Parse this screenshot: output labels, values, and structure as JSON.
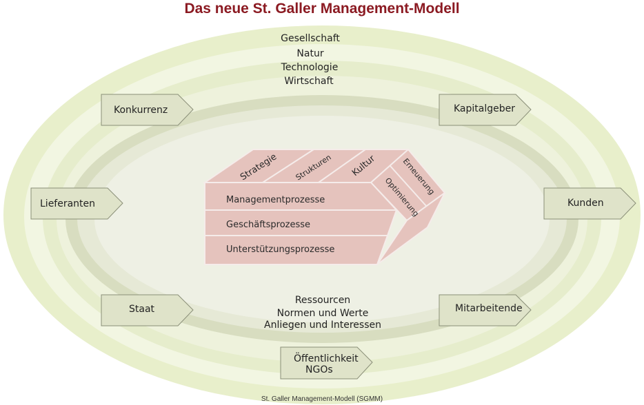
{
  "title": "Das neue St. Galler Management-Modell",
  "spheres": [
    "Gesellschaft",
    "Natur",
    "Technologie",
    "Wirtschaft"
  ],
  "interaction_topics": [
    "Ressourcen",
    "Normen und Werte",
    "Anliegen und Interessen"
  ],
  "stakeholders": {
    "konkurrenz": "Konkurrenz",
    "kapitalgeber": "Kapitalgeber",
    "lieferanten": "Lieferanten",
    "kunden": "Kunden",
    "staat": "Staat",
    "mitarbeitende": "Mitarbeitende",
    "oeffentlichkeit": "Öffentlichkeit",
    "ngos": "NGOs"
  },
  "ordering_forces": [
    "Strategie",
    "Strukturen",
    "Kultur"
  ],
  "development_modes": [
    "Erneuerung",
    "Optimierung"
  ],
  "processes": [
    "Managementprozesse",
    "Geschäftsprozesse",
    "Unterstützungsprozesse"
  ],
  "footer": "St. Galler Management-Modell (SGMM)"
}
